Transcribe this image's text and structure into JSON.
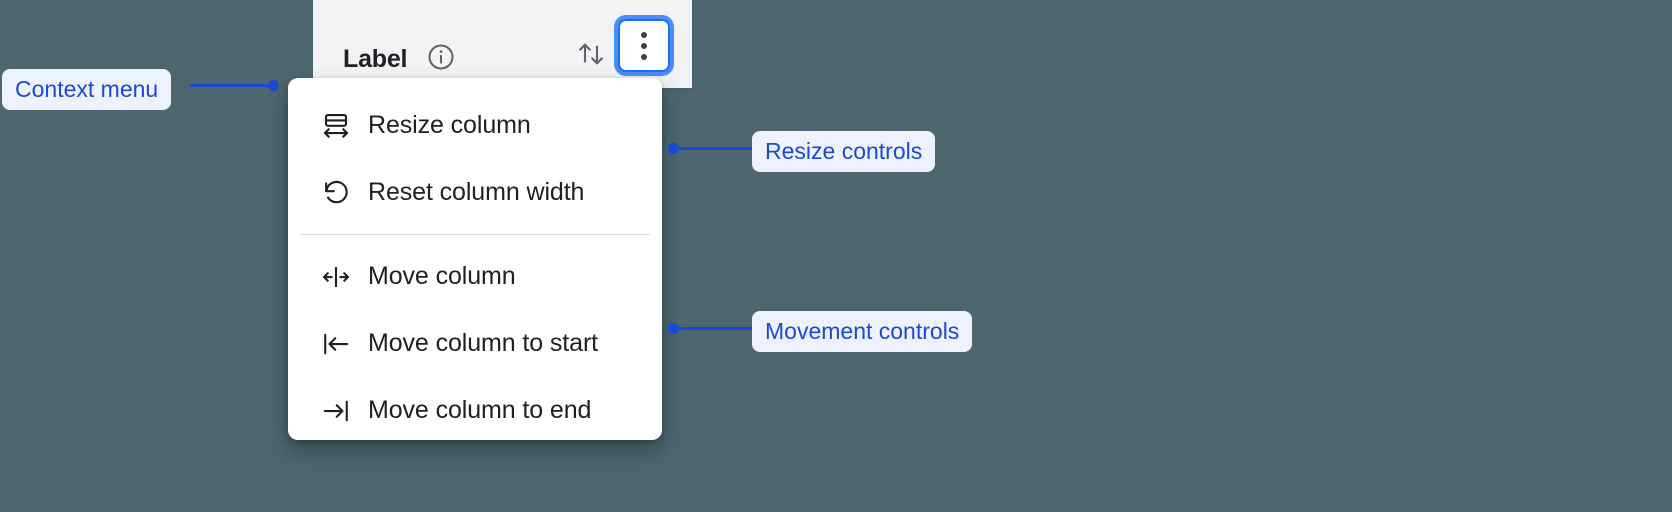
{
  "background_color": "#4d6670",
  "accent_color": "#1a4ad1",
  "focus_ring_color": "#4c8dfb",
  "column_header": {
    "title": "Label",
    "info_icon": "info-circle-icon",
    "sort_icon": "sort-arrows-icon",
    "menu_button_icon": "more-vertical-icon",
    "panel_color": "#f1f3f4"
  },
  "context_menu": {
    "groups": [
      {
        "name": "resize-controls",
        "items": [
          {
            "icon": "resize-column-icon",
            "label": "Resize column"
          },
          {
            "icon": "reset-width-icon",
            "label": "Reset column width"
          }
        ]
      },
      {
        "name": "movement-controls",
        "items": [
          {
            "icon": "move-column-icon",
            "label": "Move column"
          },
          {
            "icon": "move-to-start-icon",
            "label": "Move column to start"
          },
          {
            "icon": "move-to-end-icon",
            "label": "Move column to end"
          }
        ]
      }
    ]
  },
  "annotations": [
    {
      "id": "context-menu",
      "label": "Context menu"
    },
    {
      "id": "resize-controls",
      "label": "Resize controls"
    },
    {
      "id": "movement-controls",
      "label": "Movement controls"
    }
  ]
}
